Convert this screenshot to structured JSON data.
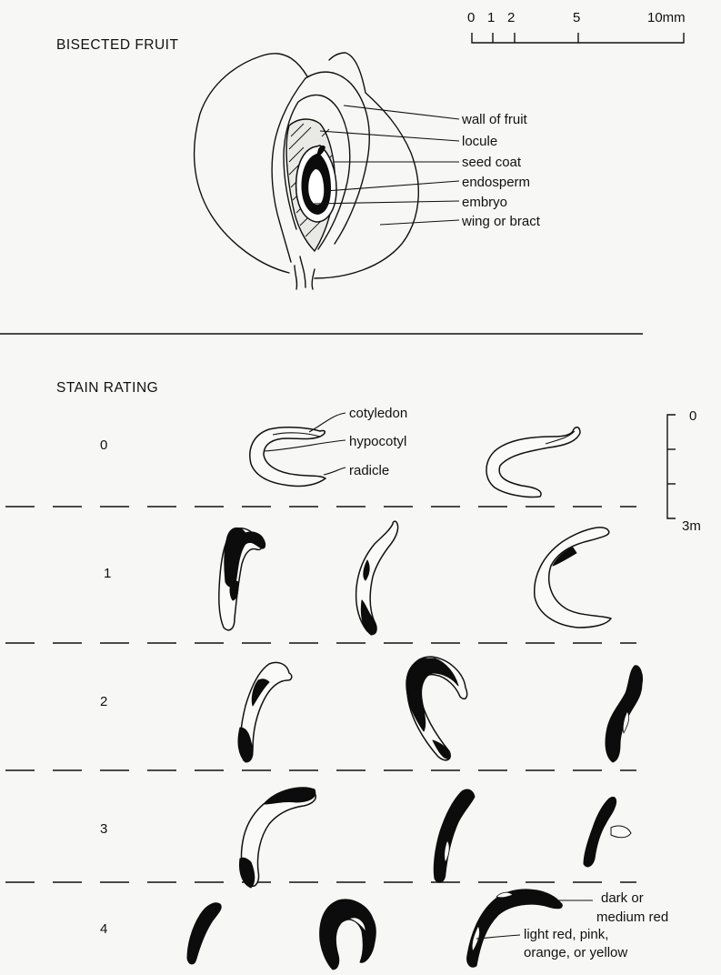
{
  "fruit": {
    "heading": "BISECTED FRUIT",
    "labels": [
      "wall of fruit",
      "locule",
      "seed coat",
      "endosperm",
      "embryo",
      "wing or bract"
    ]
  },
  "top_scale": {
    "ticks": [
      "0",
      "1",
      "2",
      "5",
      "10mm"
    ]
  },
  "stain": {
    "heading": "STAIN RATING",
    "ratings": [
      "0",
      "1",
      "2",
      "3",
      "4"
    ],
    "embryo_parts": [
      "cotyledon",
      "hypocotyl",
      "radicle"
    ],
    "stain_legend": {
      "dark": [
        "dark or",
        "medium red"
      ],
      "light": [
        "light red, pink,",
        "orange, or yellow"
      ]
    }
  },
  "side_scale": {
    "ticks": [
      "0",
      "3m"
    ]
  }
}
